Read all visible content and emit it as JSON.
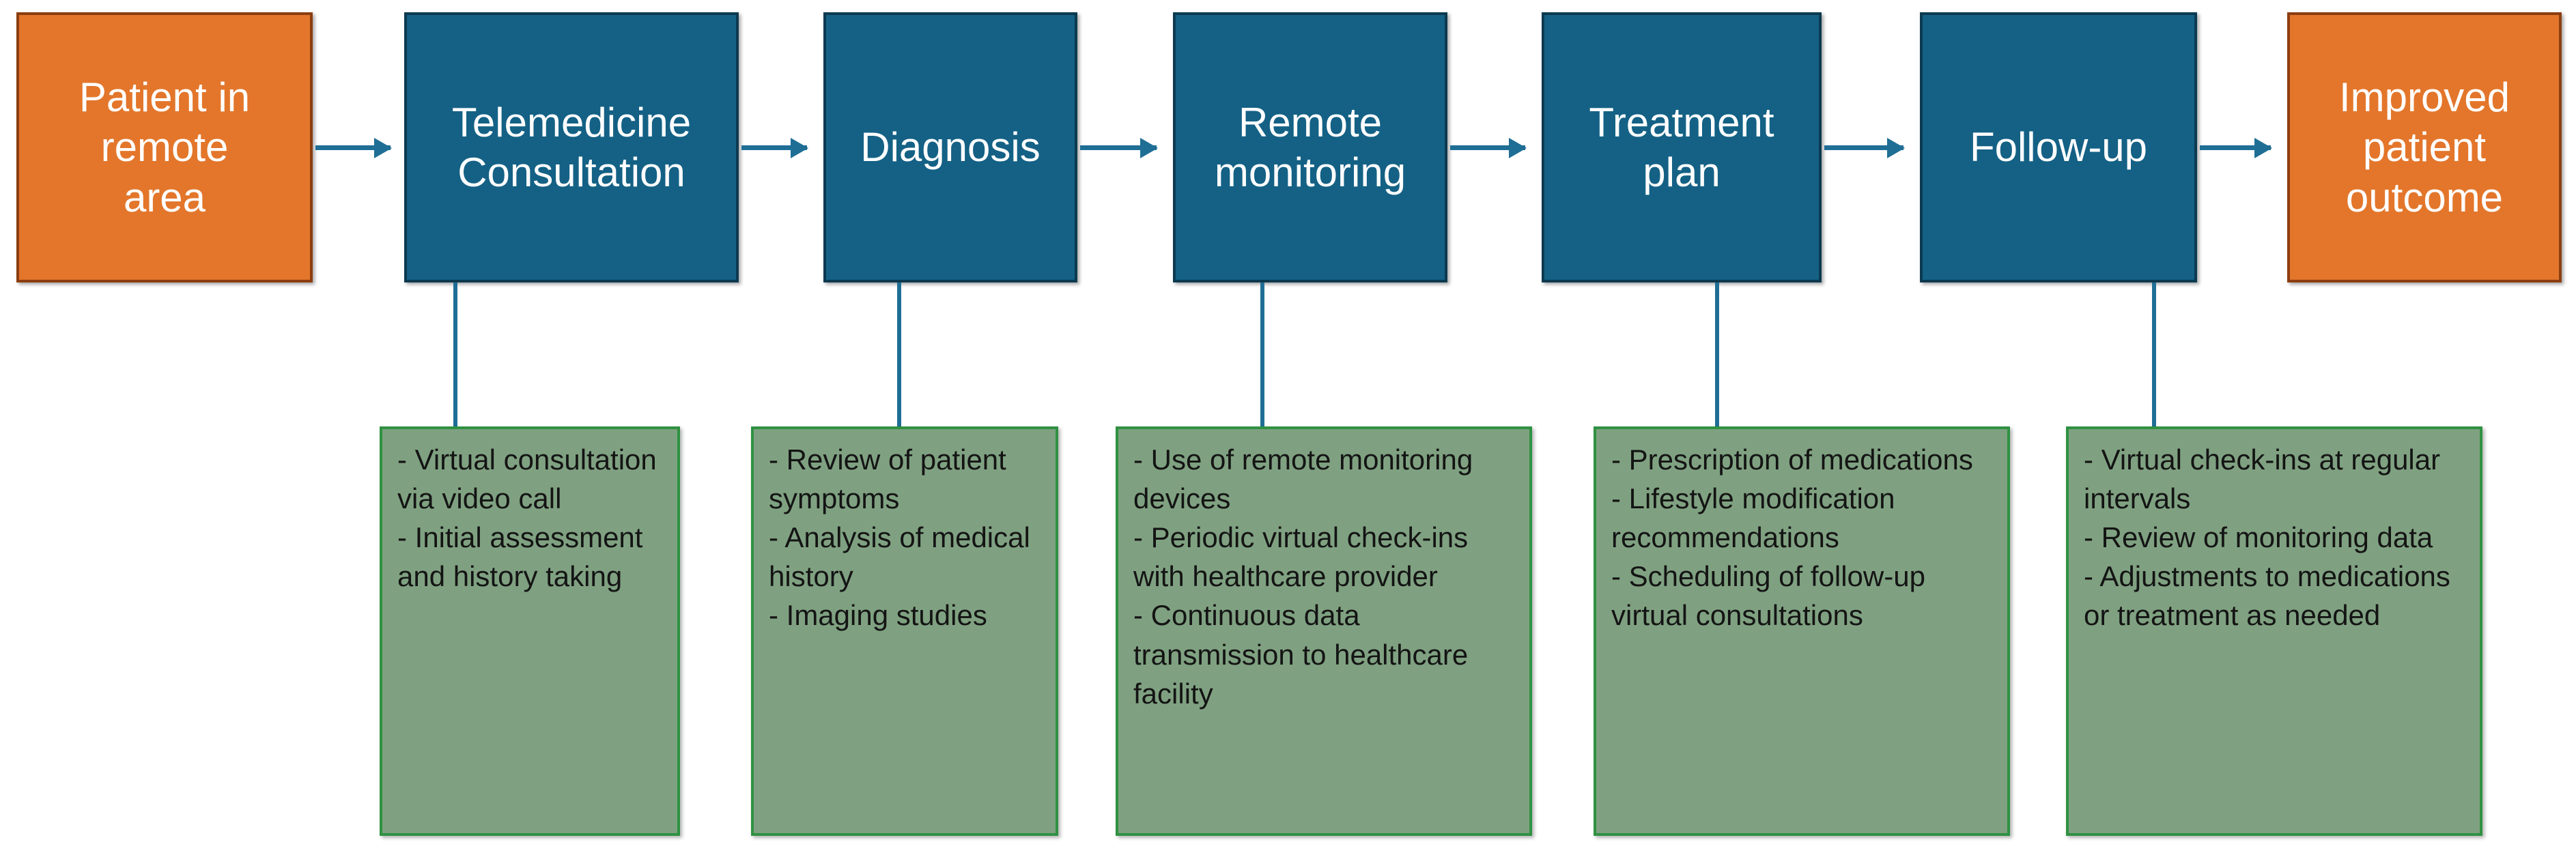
{
  "diagram": {
    "title": "Telemedicine patient care pathway flowchart",
    "colors": {
      "terminal_fill": "#E3762B",
      "terminal_border": "#8C3E10",
      "step_fill": "#146185",
      "step_border": "#0C3A50",
      "detail_fill": "#7FA181",
      "detail_border": "#2F9142",
      "connector": "#1F6E95",
      "node_text": "#FFFFFF",
      "detail_text": "#141414",
      "background": "#FFFFFF"
    },
    "nodes": [
      {
        "id": "patient-in-remote-area",
        "label": "Patient in\nremote\narea",
        "type": "terminal"
      },
      {
        "id": "telemedicine-consultation",
        "label": "Telemedicine\nConsultation",
        "type": "step"
      },
      {
        "id": "diagnosis",
        "label": "Diagnosis",
        "type": "step"
      },
      {
        "id": "remote-monitoring",
        "label": "Remote\nmonitoring",
        "type": "step"
      },
      {
        "id": "treatment-plan",
        "label": "Treatment\nplan",
        "type": "step"
      },
      {
        "id": "follow-up",
        "label": "Follow-up",
        "type": "step"
      },
      {
        "id": "improved-patient-outcome",
        "label": "Improved\npatient\noutcome",
        "type": "terminal"
      }
    ],
    "details": [
      {
        "id": "telemedicine-consultation-details",
        "parent": "telemedicine-consultation",
        "text": "- Virtual consultation via video call\n- Initial assessment and history taking",
        "bullets": [
          "- Virtual consultation via video call",
          "- Initial assessment and history taking"
        ]
      },
      {
        "id": "diagnosis-details",
        "parent": "diagnosis",
        "text": "- Review of patient symptoms\n- Analysis of medical history\n- Imaging studies",
        "bullets": [
          "- Review of patient symptoms",
          "- Analysis of medical history",
          "- Imaging studies"
        ]
      },
      {
        "id": "remote-monitoring-details",
        "parent": "remote-monitoring",
        "text": "- Use of remote monitoring devices\n- Periodic virtual check-ins with healthcare provider\n- Continuous data transmission to healthcare facility",
        "bullets": [
          "- Use of remote monitoring devices",
          "- Periodic virtual check-ins with healthcare provider",
          "- Continuous data transmission to healthcare facility"
        ]
      },
      {
        "id": "treatment-plan-details",
        "parent": "treatment-plan",
        "text": "- Prescription of medications\n- Lifestyle modification recommendations\n- Scheduling of follow-up virtual consultations",
        "bullets": [
          "- Prescription of medications",
          "- Lifestyle modification recommendations",
          "- Scheduling of follow-up virtual consultations"
        ]
      },
      {
        "id": "follow-up-details",
        "parent": "follow-up",
        "text": "- Virtual check-ins at regular intervals\n- Review of monitoring data\n- Adjustments to medications or treatment as needed",
        "bullets": [
          "- Virtual check-ins at regular intervals",
          "- Review of monitoring data",
          "- Adjustments to medications or treatment as needed"
        ]
      }
    ],
    "flow_sequence": [
      "Patient in remote area",
      "Telemedicine Consultation",
      "Diagnosis",
      "Remote monitoring",
      "Treatment plan",
      "Follow-up",
      "Improved patient outcome"
    ]
  }
}
